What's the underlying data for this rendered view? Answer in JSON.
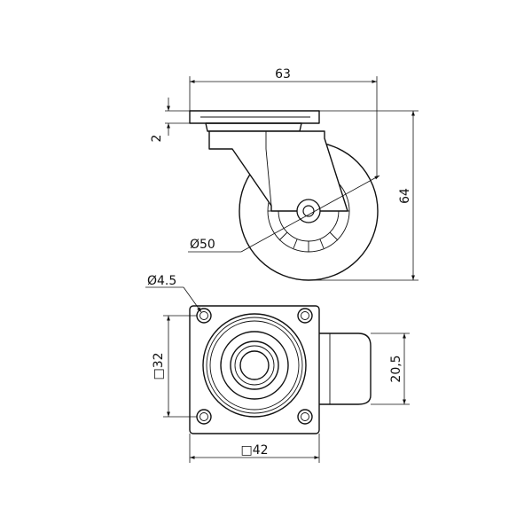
{
  "dimensions": {
    "overall_width": "63",
    "plate_thickness": "2",
    "overall_height": "64",
    "wheel_diameter": "Ø50",
    "hole_diameter": "Ø4.5",
    "hole_spacing": "□32",
    "plate_size": "□42",
    "wheel_width": "20,5"
  }
}
